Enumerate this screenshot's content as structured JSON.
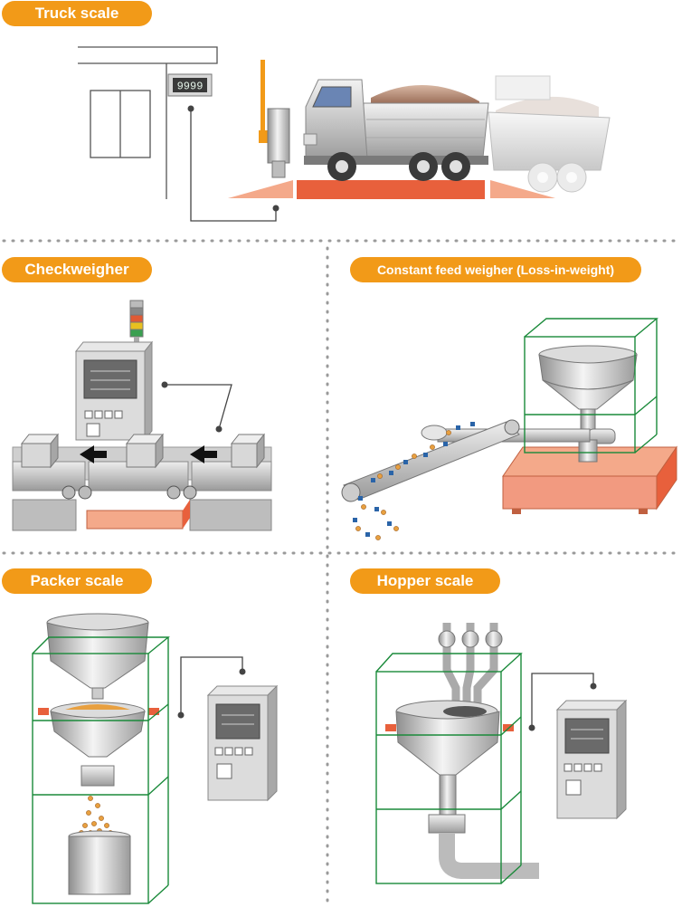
{
  "sections": {
    "truck_scale": {
      "title": "Truck scale",
      "display_value": "9999"
    },
    "checkweigher": {
      "title": "Checkweigher"
    },
    "constant_feed": {
      "title": "Constant feed weigher (Loss-in-weight)"
    },
    "packer_scale": {
      "title": "Packer scale"
    },
    "hopper_scale": {
      "title": "Hopper scale"
    }
  },
  "colors": {
    "label_bg": "#f29a18",
    "platform": "#e8603c",
    "platform_light": "#f4a98a",
    "frame": "#1a8a3a",
    "wire": "#444444",
    "divider": "#9a9a9a",
    "metal": "#c8c8c8"
  }
}
